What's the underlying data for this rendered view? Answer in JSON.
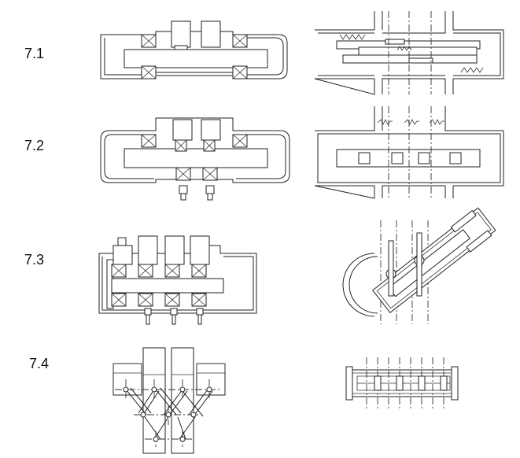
{
  "rows": [
    {
      "label": "7.1"
    },
    {
      "label": "7.2"
    },
    {
      "label": "7.3"
    },
    {
      "label": "7.4"
    }
  ]
}
